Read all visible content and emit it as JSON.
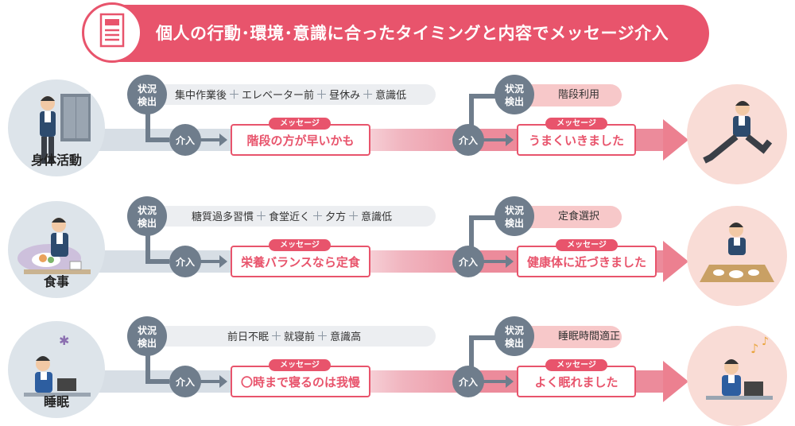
{
  "header": {
    "title": "個人の行動･環境･意識に合ったタイミングと内容でメッセージ介入",
    "icon": "document-icon"
  },
  "labels": {
    "status_check": "状況\n検出",
    "intervene": "介入",
    "message_tag": "メッセージ"
  },
  "rows": [
    {
      "category": "身体活動",
      "conditions": [
        "集中作業後",
        "エレベーター前",
        "昼休み",
        "意識低"
      ],
      "message": "階段の方が早いかも",
      "detected": "階段利用",
      "result_message": "うまくいきました"
    },
    {
      "category": "食事",
      "conditions": [
        "糖質過多習慣",
        "食堂近く",
        "夕方",
        "意識低"
      ],
      "message": "栄養バランスなら定食",
      "detected": "定食選択",
      "result_message": "健康体に近づきました"
    },
    {
      "category": "睡眠",
      "conditions": [
        "前日不眠",
        "就寝前",
        "意識高"
      ],
      "message": "〇時まで寝るのは我慢",
      "detected": "睡眠時間適正",
      "result_message": "よく眠れました"
    }
  ],
  "colors": {
    "accent": "#e8546c",
    "status_gray": "#6f7d8c",
    "left_circle": "#dde4ea",
    "right_circle": "#f9dcd6",
    "band_gray": "#eceef1",
    "result_pink": "#f7c8c9"
  }
}
